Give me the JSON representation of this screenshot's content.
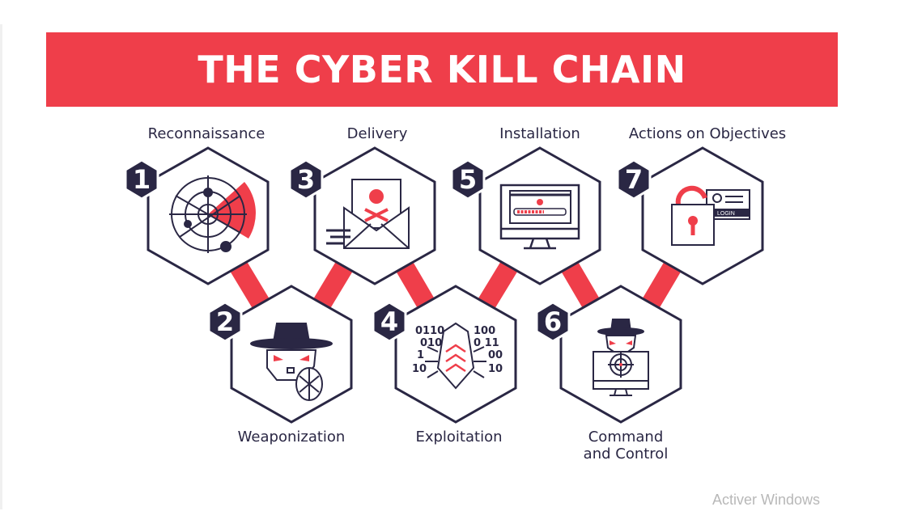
{
  "title": "THE CYBER KILL CHAIN",
  "colors": {
    "accent": "#ef3e4a",
    "ink": "#2a2744"
  },
  "steps": [
    {
      "number": "1",
      "label": "Reconnaissance",
      "icon": "radar-icon"
    },
    {
      "number": "2",
      "label": "Weaponization",
      "icon": "hacker-grenade-icon"
    },
    {
      "number": "3",
      "label": "Delivery",
      "icon": "malicious-email-icon"
    },
    {
      "number": "4",
      "label": "Exploitation",
      "icon": "bug-binary-icon"
    },
    {
      "number": "5",
      "label": "Installation",
      "icon": "monitor-malware-install-icon"
    },
    {
      "number": "6",
      "label": "Command\nand Control",
      "label_line1": "Command",
      "label_line2": "and Control",
      "icon": "hacker-target-monitor-icon"
    },
    {
      "number": "7",
      "label": "Actions on Objectives",
      "icon": "unlocked-login-icon"
    }
  ],
  "binary": {
    "left": [
      "0110",
      "010",
      "1",
      "10"
    ],
    "right": [
      "100",
      "0 11",
      "00",
      "10"
    ]
  },
  "login_text": "LOGIN",
  "watermark": "Activer Windows"
}
